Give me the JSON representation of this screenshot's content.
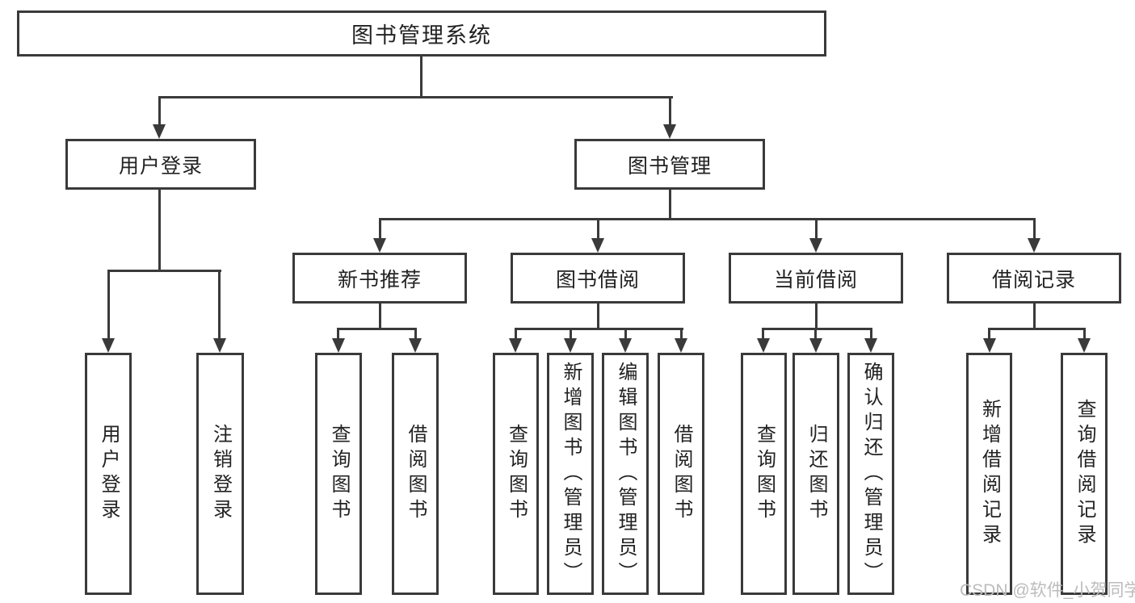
{
  "diagram": {
    "root": {
      "label": "图书管理系统"
    },
    "branches": [
      {
        "label": "用户登录",
        "leaves": [
          {
            "label": "用户登录"
          },
          {
            "label": "注销登录"
          }
        ]
      },
      {
        "label": "图书管理",
        "groups": [
          {
            "label": "新书推荐",
            "leaves": [
              {
                "label": "查询图书"
              },
              {
                "label": "借阅图书"
              }
            ]
          },
          {
            "label": "图书借阅",
            "leaves": [
              {
                "label": "查询图书"
              },
              {
                "label": "新增图书（管理员）"
              },
              {
                "label": "编辑图书（管理员）"
              },
              {
                "label": "借阅图书"
              }
            ]
          },
          {
            "label": "当前借阅",
            "leaves": [
              {
                "label": "查询图书"
              },
              {
                "label": "归还图书"
              },
              {
                "label": "确认归还（管理员）"
              }
            ]
          },
          {
            "label": "借阅记录",
            "leaves": [
              {
                "label": "新增借阅记录"
              },
              {
                "label": "查询借阅记录"
              }
            ]
          }
        ]
      }
    ]
  },
  "watermark": {
    "text": "CSDN @软件_小贺同学"
  },
  "colors": {
    "line": "#3a3a3a",
    "text": "#222222",
    "watermark": "#bcbcbc",
    "background": "#ffffff"
  }
}
